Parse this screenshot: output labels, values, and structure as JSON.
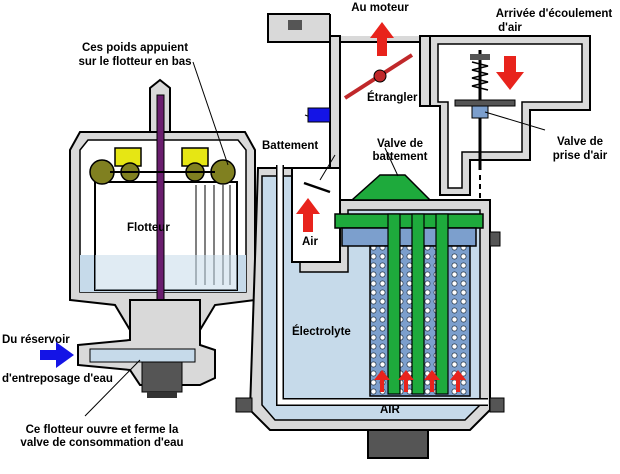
{
  "labels": {
    "au_moteur": "Au moteur",
    "poids_line1": "Ces poids appuient",
    "poids_line2": "sur le flotteur en bas",
    "arrivee_line1": "Arrivée d'écoulement",
    "arrivee_line2": "d'air",
    "etrangler": "Étrangler",
    "battement": "Battement",
    "valve_battement_line1": "Valve de",
    "valve_battement_line2": "battement",
    "valve_prise_line1": "Valve de",
    "valve_prise_line2": "prise d'air",
    "flotteur": "Flotteur",
    "air": "Air",
    "electrolyte": "Électrolyte",
    "reservoir_line1": "Du réservoir",
    "reservoir_line2": "d'entreposage d'eau",
    "air_bottom": "AIR",
    "ouvre_line1": "Ce flotteur ouvre et ferme la",
    "ouvre_line2": "valve de consommation d'eau"
  },
  "colors": {
    "housing": "#d9d9d9",
    "outline": "#000000",
    "water": "#c6daea",
    "plate": "#7c9fcd",
    "rod": "#1eaa3c",
    "arrow_red": "#e8231c",
    "arrow_blue": "#1414e6",
    "float_rod": "#6a1e6e",
    "weight_yellow": "#e6e614",
    "weight_green": "#808020"
  },
  "icons": [
    "up-arrow-icon",
    "down-arrow-icon",
    "right-arrow-icon",
    "choke-valve-icon"
  ]
}
